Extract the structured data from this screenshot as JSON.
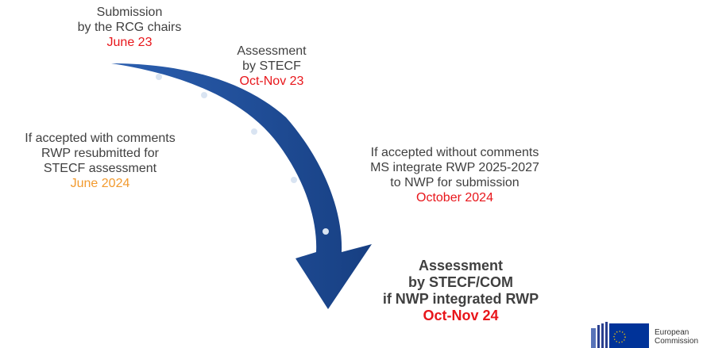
{
  "submission": {
    "line1": "Submission",
    "line2": "by the RCG chairs",
    "date": "June 23"
  },
  "assessment_stecf": {
    "line1": "Assessment",
    "line2": "by STECF",
    "date": "Oct-Nov 23"
  },
  "accepted_with_comments": {
    "line1": "If accepted with comments",
    "line2": "RWP resubmitted for",
    "line3": "STECF assessment",
    "date": "June 2024"
  },
  "accepted_without_comments": {
    "line1": "If accepted without comments",
    "line2": "MS integrate RWP 2025-2027",
    "line3": "to NWP for submission",
    "date": "October 2024"
  },
  "final_assessment": {
    "line1": "Assessment",
    "line2": "by STECF/COM",
    "line3": "if NWP integrated RWP",
    "date": "Oct-Nov 24"
  },
  "logo": {
    "line1": "European",
    "line2": "Commission"
  },
  "colors": {
    "arrow": "#1f4e9a",
    "arrow_dark": "#17407f",
    "date_red": "#e8161b",
    "date_orange": "#f29a2e",
    "text": "#404040",
    "dots": "#d9e4f2"
  }
}
